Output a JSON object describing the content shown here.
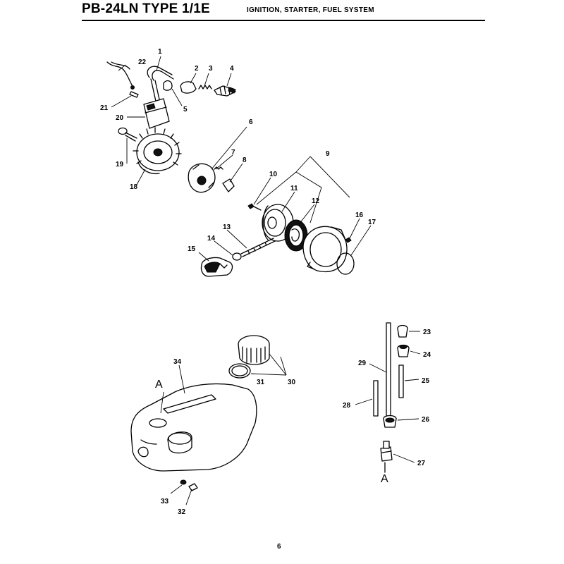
{
  "header": {
    "model": "PB-24LN TYPE 1/1E",
    "section": "IGNITION, STARTER, FUEL SYSTEM"
  },
  "callouts": {
    "p1": "1",
    "p2": "2",
    "p3": "3",
    "p4": "4",
    "p5": "5",
    "p6": "6",
    "p7": "7",
    "p8": "8",
    "p9": "9",
    "p10": "10",
    "p11": "11",
    "p12": "12",
    "p13": "13",
    "p14": "14",
    "p15": "15",
    "p16": "16",
    "p17": "17",
    "p18": "18",
    "p19": "19",
    "p20": "20",
    "p21": "21",
    "p22": "22",
    "p23": "23",
    "p24": "24",
    "p25": "25",
    "p26": "26",
    "p27": "27",
    "p28": "28",
    "p29": "29",
    "p30": "30",
    "p31": "31",
    "p32": "32",
    "p33": "33",
    "p34": "34",
    "ref_a_tank": "A",
    "ref_a_line": "A"
  },
  "footer": {
    "page_number": "6"
  }
}
